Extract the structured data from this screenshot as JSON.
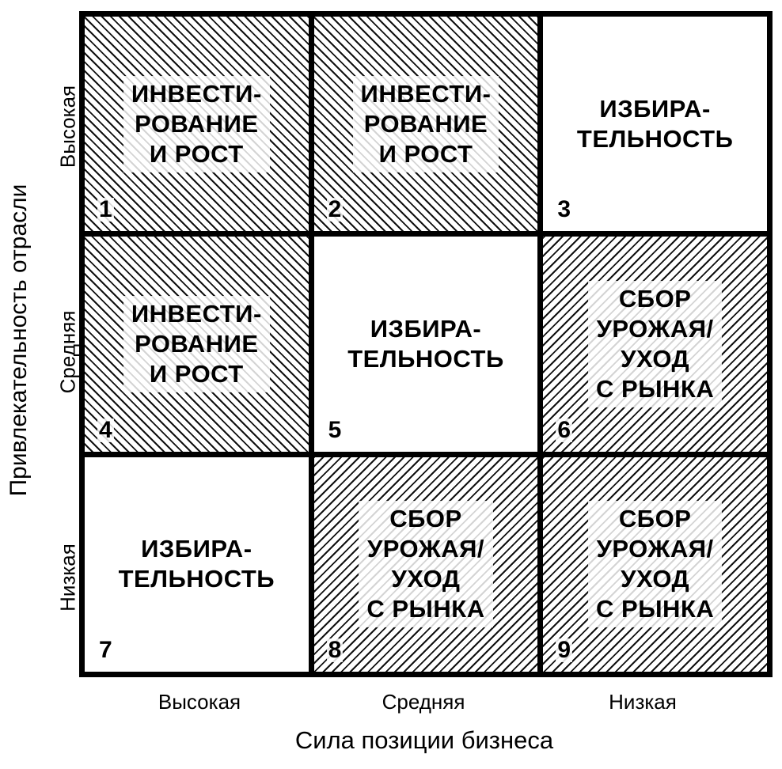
{
  "y_axis": {
    "title": "Привлекательность отрасли",
    "levels": [
      "Высокая",
      "Средняя",
      "Низкая"
    ]
  },
  "x_axis": {
    "title": "Сила позиции бизнеса",
    "levels": [
      "Высокая",
      "Средняя",
      "Низкая"
    ]
  },
  "cells": [
    {
      "number": "1",
      "lines": [
        "ИНВЕСТИ-",
        "РОВАНИЕ",
        "И РОСТ"
      ],
      "shaded": true
    },
    {
      "number": "2",
      "lines": [
        "ИНВЕСТИ-",
        "РОВАНИЕ",
        "И РОСТ"
      ],
      "shaded": true
    },
    {
      "number": "3",
      "lines": [
        "ИЗБИРА-",
        "ТЕЛЬНОСТЬ"
      ],
      "shaded": false
    },
    {
      "number": "4",
      "lines": [
        "ИНВЕСТИ-",
        "РОВАНИЕ",
        "И РОСТ"
      ],
      "shaded": true
    },
    {
      "number": "5",
      "lines": [
        "ИЗБИРА-",
        "ТЕЛЬНОСТЬ"
      ],
      "shaded": false
    },
    {
      "number": "6",
      "lines": [
        "СБОР",
        "УРОЖАЯ/",
        "УХОД",
        "С РЫНКА"
      ],
      "shaded": true
    },
    {
      "number": "7",
      "lines": [
        "ИЗБИРА-",
        "ТЕЛЬНОСТЬ"
      ],
      "shaded": false
    },
    {
      "number": "8",
      "lines": [
        "СБОР",
        "УРОЖАЯ/",
        "УХОД",
        "С РЫНКА"
      ],
      "shaded": true
    },
    {
      "number": "9",
      "lines": [
        "СБОР",
        "УРОЖАЯ/",
        "УХОД",
        "С РЫНКА"
      ],
      "shaded": true
    }
  ]
}
